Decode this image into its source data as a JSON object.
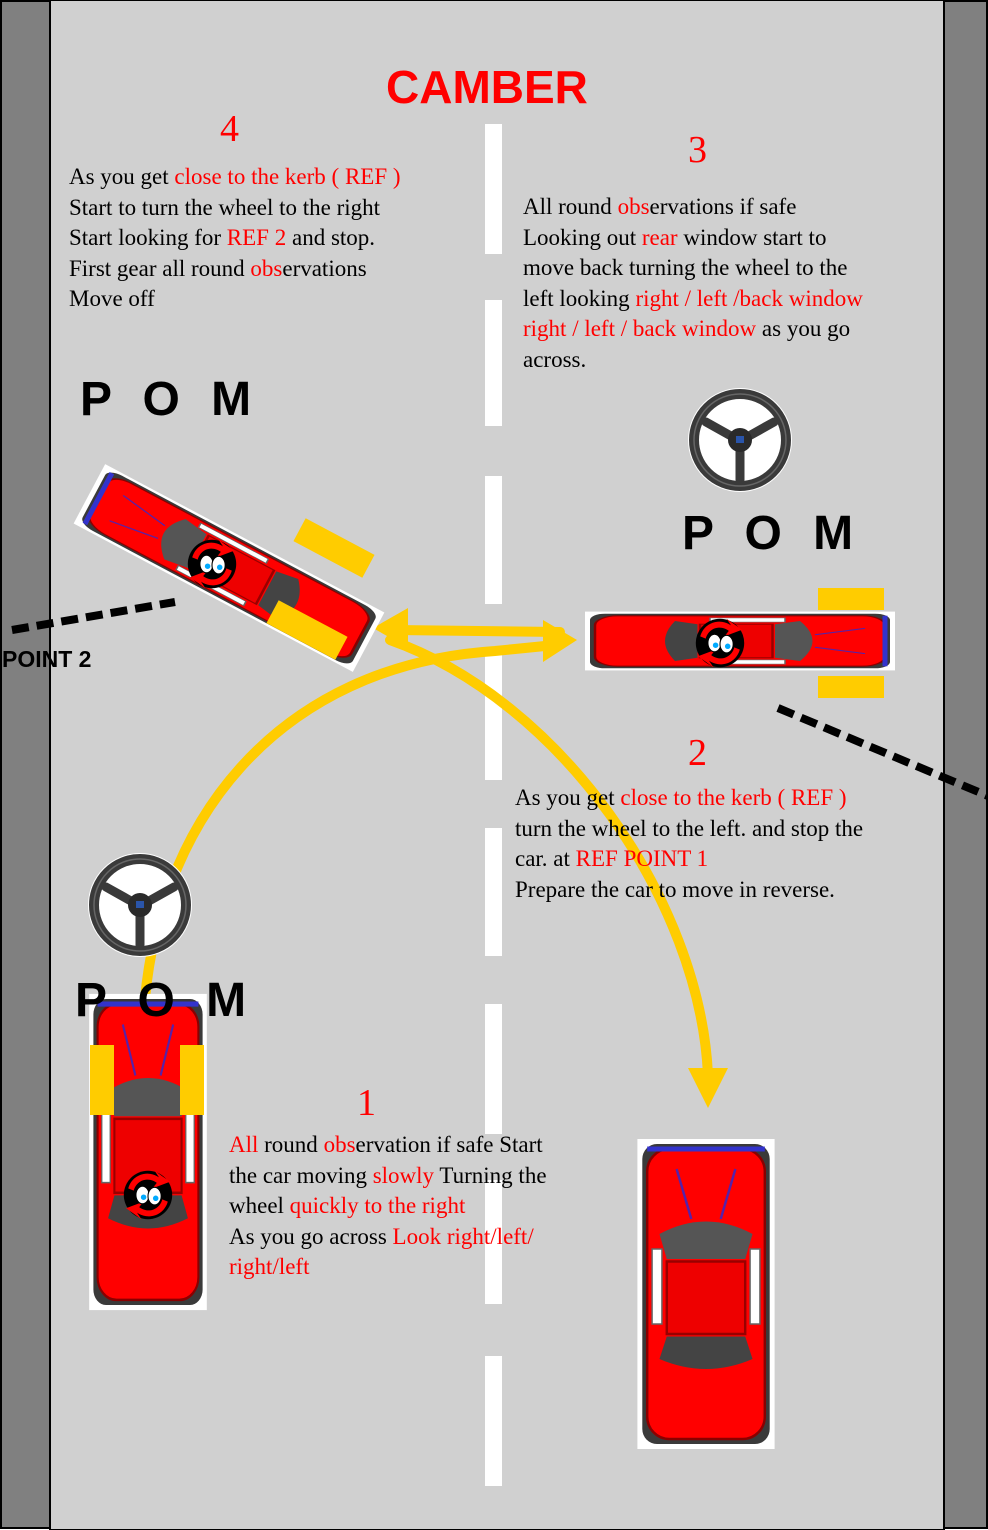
{
  "title": "CAMBER",
  "pom_label": "P O M",
  "point2_label": "POINT 2",
  "colors": {
    "road": "#d0d0d0",
    "kerb": "#808080",
    "path": "#ffcc00",
    "car": "#ff0000",
    "highlight": "#ff0000"
  },
  "steps": {
    "s4": {
      "num": "4",
      "lines": [
        [
          {
            "t": "As you get ",
            "r": false
          },
          {
            "t": "close to the kerb ( REF )",
            "r": true
          }
        ],
        [
          {
            "t": "Start to turn the wheel to the right",
            "r": false
          }
        ],
        [
          {
            "t": "Start looking for ",
            "r": false
          },
          {
            "t": "REF 2",
            "r": true
          },
          {
            "t": " and stop.",
            "r": false
          }
        ],
        [
          {
            "t": "First gear all round ",
            "r": false
          },
          {
            "t": "obs",
            "r": true
          },
          {
            "t": "ervations",
            "r": false
          }
        ],
        [
          {
            "t": "Move off",
            "r": false
          }
        ]
      ]
    },
    "s3": {
      "num": "3",
      "lines": [
        [
          {
            "t": "All round ",
            "r": false
          },
          {
            "t": "obs",
            "r": true
          },
          {
            "t": "ervations if safe",
            "r": false
          }
        ],
        [
          {
            "t": "Looking out ",
            "r": false
          },
          {
            "t": "rear",
            "r": true
          },
          {
            "t": " window start to",
            "r": false
          }
        ],
        [
          {
            "t": "move back turning the wheel to the",
            "r": false
          }
        ],
        [
          {
            "t": "left looking ",
            "r": false
          },
          {
            "t": "right / left /back window",
            "r": true
          }
        ],
        [
          {
            "t": "right / left / back window",
            "r": true
          },
          {
            "t": " as you go",
            "r": false
          }
        ],
        [
          {
            "t": "across.",
            "r": false
          }
        ]
      ]
    },
    "s2": {
      "num": "2",
      "lines": [
        [
          {
            "t": "As you get ",
            "r": false
          },
          {
            "t": "close to the kerb ( REF )",
            "r": true
          }
        ],
        [
          {
            "t": "turn the wheel to the left. and stop the",
            "r": false
          }
        ],
        [
          {
            "t": "car. at ",
            "r": false
          },
          {
            "t": "REF POINT 1",
            "r": true
          }
        ],
        [
          {
            "t": "Prepare the car to move in reverse.",
            "r": false
          }
        ]
      ]
    },
    "s1": {
      "num": "1",
      "lines": [
        [
          {
            "t": "All",
            "r": true
          },
          {
            "t": " round ",
            "r": false
          },
          {
            "t": "obs",
            "r": true
          },
          {
            "t": "ervation if safe Start",
            "r": false
          }
        ],
        [
          {
            "t": "the car moving ",
            "r": false
          },
          {
            "t": "slowly",
            "r": true
          },
          {
            "t": " Turning the",
            "r": false
          }
        ],
        [
          {
            "t": "wheel ",
            "r": false
          },
          {
            "t": "quickly to the right",
            "r": true
          }
        ],
        [
          {
            "t": "As you go across ",
            "r": false
          },
          {
            "t": "Look right/left/",
            "r": true
          }
        ],
        [
          {
            "t": "right/left",
            "r": true
          }
        ]
      ]
    }
  }
}
